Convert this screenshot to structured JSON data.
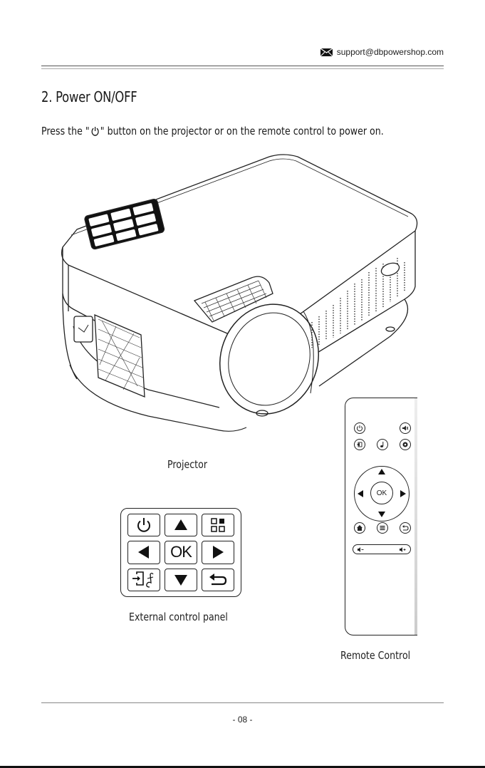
{
  "header": {
    "email": "support@dbpowershop.com",
    "email_icon": "envelope-icon"
  },
  "section": {
    "title": "2. Power ON/OFF",
    "instruction_before": "Press the \"",
    "instruction_icon": "power-icon",
    "instruction_after": "\" button on the projector or on the remote control to power on."
  },
  "captions": {
    "projector": "Projector",
    "panel": "External control panel",
    "remote": "Remote Control"
  },
  "panel": {
    "ok_label": "OK",
    "buttons": [
      "power-icon",
      "up-arrow-icon",
      "menu-grid-icon",
      "left-arrow-icon",
      "ok",
      "right-arrow-icon",
      "source-music-icon",
      "down-arrow-icon",
      "back-icon"
    ]
  },
  "remote": {
    "ok_label": "OK"
  },
  "footer": {
    "page_number": "- 08 -"
  },
  "colors": {
    "line": "#222222",
    "text": "#1a1a1a"
  }
}
